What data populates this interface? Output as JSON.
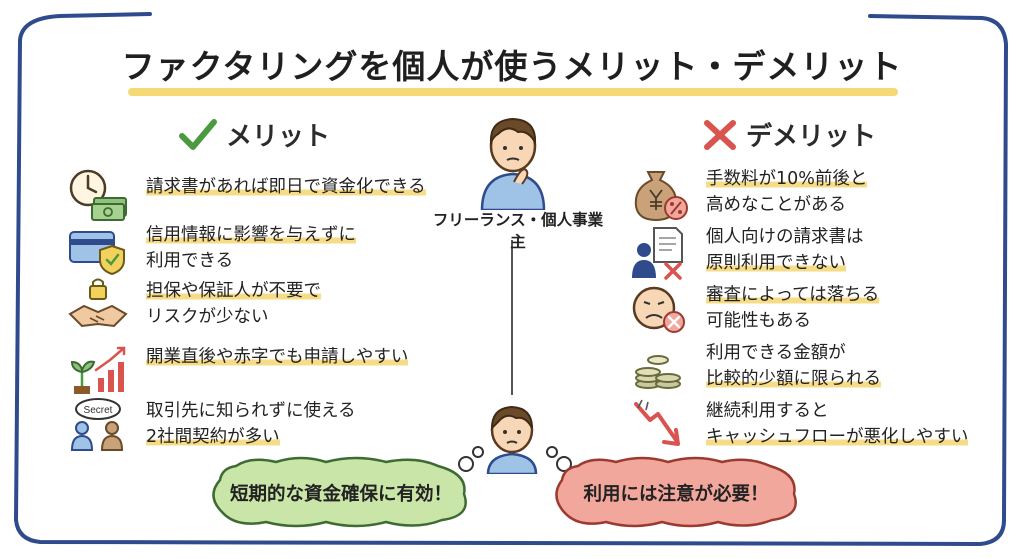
{
  "title": "ファクタリングを個人が使うメリット・デメリット",
  "center": {
    "label": "フリーランス・個人事業主"
  },
  "merits": {
    "heading": "メリット",
    "items": [
      {
        "icon": "clock-money-icon",
        "lines": [
          "請求書があれば即日で資金化できる"
        ]
      },
      {
        "icon": "credit-card-shield-icon",
        "lines": [
          "信用情報に影響を与えずに",
          "利用できる"
        ]
      },
      {
        "icon": "lock-handshake-icon",
        "lines": [
          "担保や保証人が不要で",
          "リスクが少ない"
        ]
      },
      {
        "icon": "plant-growth-chart-icon",
        "lines": [
          "開業直後や赤字でも申請しやすい"
        ]
      },
      {
        "icon": "secret-people-icon",
        "secret_word": "Secret",
        "lines": [
          "取引先に知られずに使える",
          "2社間契約が多い"
        ]
      }
    ]
  },
  "demerits": {
    "heading": "デメリット",
    "items": [
      {
        "icon": "money-bag-percent-icon",
        "lines": [
          "手数料が10%前後と",
          "高めなことがある"
        ]
      },
      {
        "icon": "person-invoice-x-icon",
        "lines": [
          "個人向けの請求書は",
          "原則利用できない"
        ]
      },
      {
        "icon": "sad-face-x-icon",
        "lines": [
          "審査によっては落ちる",
          "可能性もある"
        ]
      },
      {
        "icon": "coin-stacks-icon",
        "lines": [
          "利用できる金額が",
          "比較的少額に限られる"
        ]
      },
      {
        "icon": "falling-arrow-icon",
        "lines": [
          "継続利用すると",
          "キャッシュフローが悪化しやすい"
        ]
      }
    ]
  },
  "bubbles": {
    "left": "短期的な資金確保に有効！",
    "right": "利用には注意が必要！"
  },
  "colors": {
    "frame": "#2f4b8c",
    "highlight": "#f6dc86",
    "check": "#4c9a3f",
    "cross": "#d9534f",
    "bubble_green": "#c9e6a8",
    "bubble_red": "#f2a79c"
  }
}
